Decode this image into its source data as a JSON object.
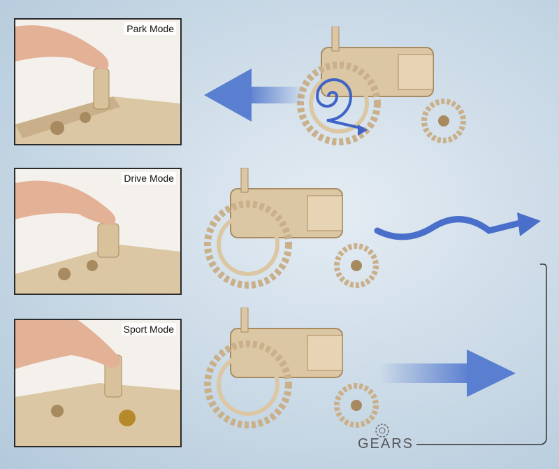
{
  "panels": [
    {
      "label": "Park Mode"
    },
    {
      "label": "Drive Mode"
    },
    {
      "label": "Sport Mode"
    }
  ],
  "brand": {
    "name": "GEARS"
  },
  "colors": {
    "arrow": "#5b7fd0",
    "wood": "#dcc7a4",
    "woodDark": "#a88a60",
    "skin": "#e3b196"
  },
  "icons": {
    "park": "left-arrow-icon",
    "spiral": "spiral-icon",
    "drive": "wavy-arrow-icon",
    "sport": "right-arrow-icon"
  }
}
